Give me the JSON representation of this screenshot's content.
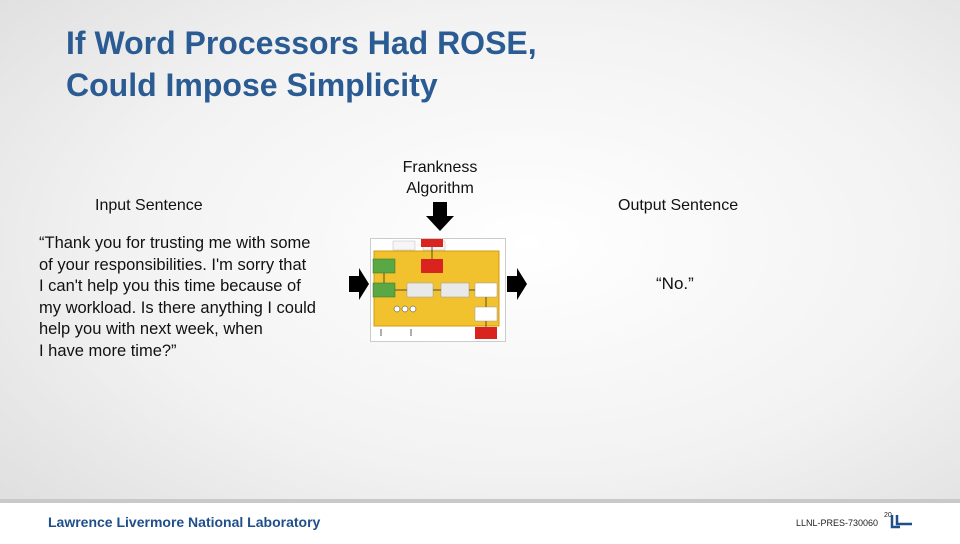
{
  "slide": {
    "title": "If Word Processors Had ROSE,\nCould Impose Simplicity",
    "input_label": "Input Sentence",
    "algorithm_label": "Frankness\nAlgorithm",
    "output_label": "Output Sentence",
    "input_sentence": "“Thank you for trusting me with some\nof your responsibilities. I'm sorry that\nI can't help you this time because of\nmy workload. Is there anything I could\nhelp you with next week, when\nI have more time?”",
    "output_sentence": "“No.”"
  },
  "footer": {
    "organization": "Lawrence Livermore National Laboratory",
    "doc_id": "LLNL-PRES-730060",
    "page_number": "20"
  },
  "colors": {
    "title": "#2a5b92",
    "footer_text": "#1f4f8b",
    "diagram_panel": "#f2c12e",
    "diagram_red": "#d9231f",
    "diagram_green": "#5aa845"
  }
}
